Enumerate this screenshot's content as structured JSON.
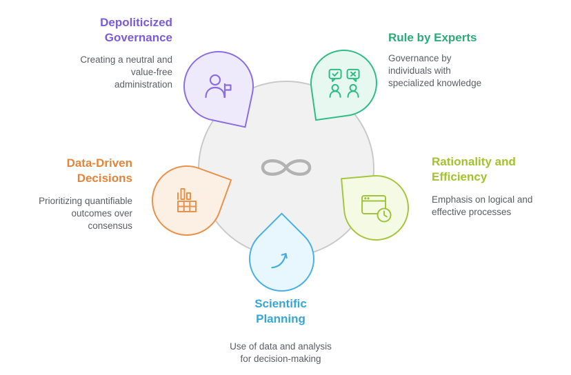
{
  "diagram": {
    "background": "#ffffff",
    "center": {
      "icon": "infinity-icon",
      "circle_border": "#c9c9c9",
      "circle_fill": "#f1f1f2",
      "infinity_stroke": "#b2b2b2"
    },
    "nodes": [
      {
        "id": "depoliticized-governance",
        "position": "top-left",
        "title": "Depoliticized\nGovernance",
        "description": "Creating a neutral and\nvalue-free\nadministration",
        "icon": "person-flag-icon",
        "accent": "#7a5cd6",
        "petal_border": "#8a6de0",
        "petal_fill": "#efe9fc"
      },
      {
        "id": "rule-by-experts",
        "position": "top-right",
        "title": "Rule by Experts",
        "description": "Governance by\nindividuals with\nspecialized knowledge",
        "icon": "experts-chat-icon",
        "accent": "#2bab79",
        "petal_border": "#2ebd85",
        "petal_fill": "#e6f8f0"
      },
      {
        "id": "rationality-and-efficiency",
        "position": "right",
        "title": "Rationality and\nEfficiency",
        "description": "Emphasis on logical and\neffective processes",
        "icon": "window-clock-icon",
        "accent": "#a2c22e",
        "petal_border": "#a5c63b",
        "petal_fill": "#f5fae5"
      },
      {
        "id": "data-driven-decisions",
        "position": "left",
        "title": "Data-Driven\nDecisions",
        "description": "Prioritizing quantifiable\noutcomes over\nconsensus",
        "icon": "data-chart-icon",
        "accent": "#e0863c",
        "petal_border": "#e8914a",
        "petal_fill": "#fcf0e4"
      },
      {
        "id": "scientific-planning",
        "position": "bottom",
        "title": "Scientific\nPlanning",
        "description": "Use of data and analysis\nfor decision-making",
        "icon": "growth-arrow-icon",
        "accent": "#33a6da",
        "petal_border": "#49b0e3",
        "petal_fill": "#e8f6fd"
      }
    ]
  }
}
